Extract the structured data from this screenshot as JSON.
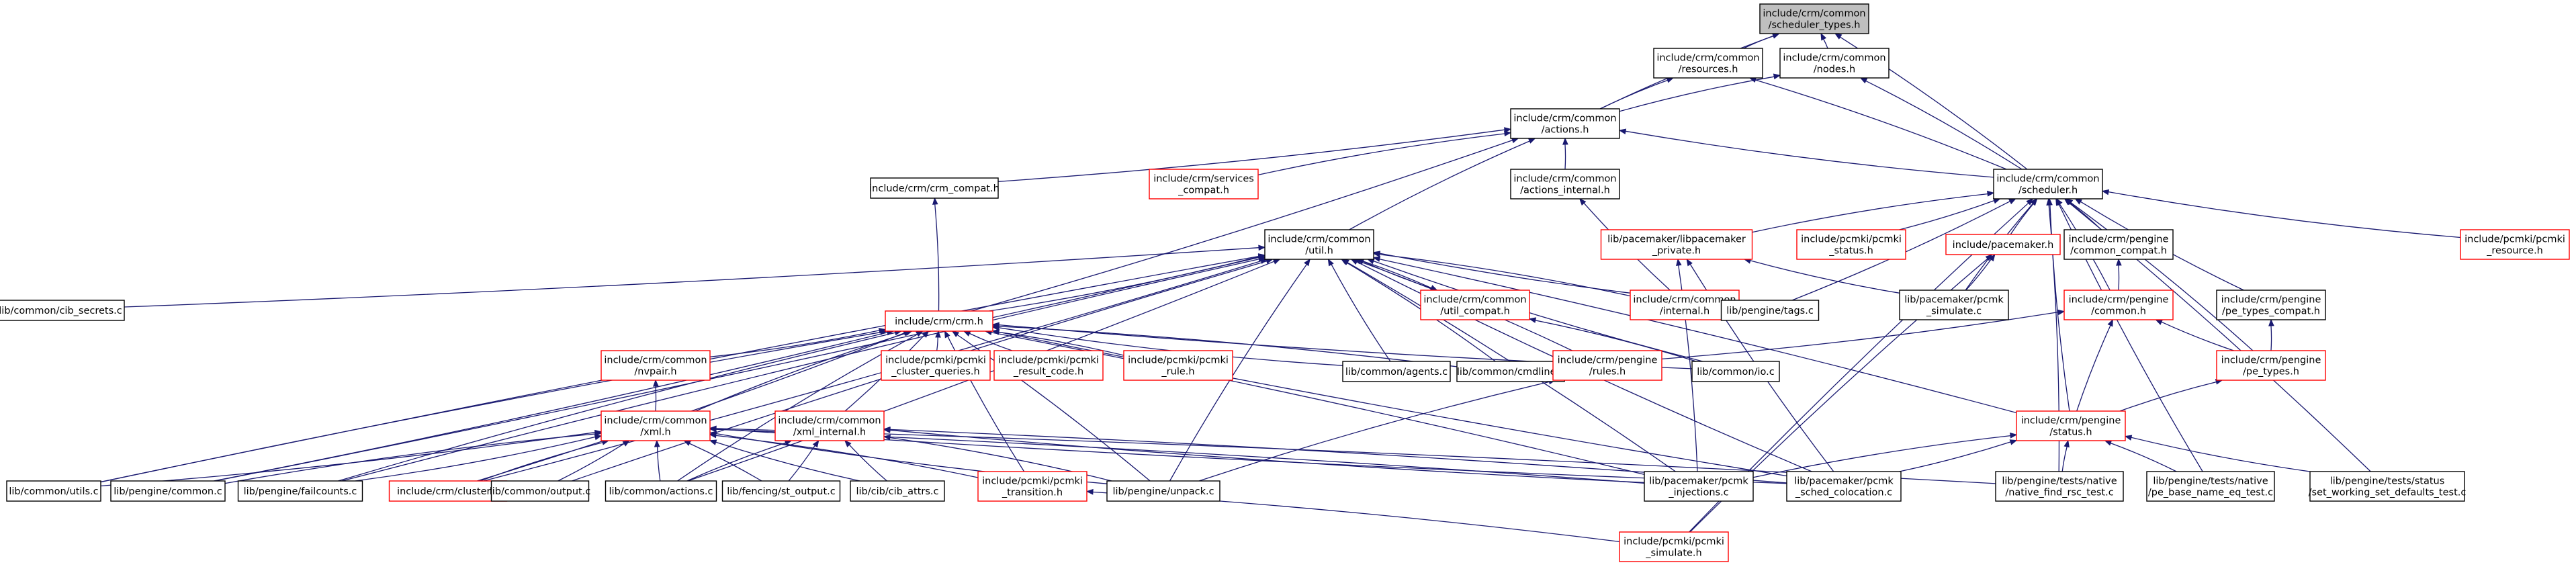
{
  "graph": {
    "colors": {
      "edge": "#191970",
      "root_fill": "#bfbfbf",
      "node_border": "#000000",
      "incomplete_border": "#ff0000"
    },
    "nodes": [
      {
        "id": "scheduler_types",
        "lines": [
          "include/crm/common",
          "/scheduler_types.h"
        ],
        "border": "root"
      },
      {
        "id": "resources",
        "lines": [
          "include/crm/common",
          "/resources.h"
        ],
        "border": "black"
      },
      {
        "id": "nodes_h",
        "lines": [
          "include/crm/common",
          "/nodes.h"
        ],
        "border": "black"
      },
      {
        "id": "actions",
        "lines": [
          "include/crm/common",
          "/actions.h"
        ],
        "border": "black"
      },
      {
        "id": "scheduler",
        "lines": [
          "include/crm/common",
          "/scheduler.h"
        ],
        "border": "black"
      },
      {
        "id": "crm_compat",
        "lines": [
          "include/crm/crm_compat.h"
        ],
        "border": "black"
      },
      {
        "id": "services_compat",
        "lines": [
          "include/crm/services",
          "_compat.h"
        ],
        "border": "red"
      },
      {
        "id": "actions_internal",
        "lines": [
          "include/crm/common",
          "/actions_internal.h"
        ],
        "border": "black"
      },
      {
        "id": "libpacemaker_private",
        "lines": [
          "lib/pacemaker/libpacemaker",
          "_private.h"
        ],
        "border": "red"
      },
      {
        "id": "pcmki_status",
        "lines": [
          "include/pcmki/pcmki",
          "_status.h"
        ],
        "border": "red"
      },
      {
        "id": "pacemaker_h",
        "lines": [
          "include/pacemaker.h"
        ],
        "border": "red"
      },
      {
        "id": "pengine_common_compat",
        "lines": [
          "include/crm/pengine",
          "/common_compat.h"
        ],
        "border": "black"
      },
      {
        "id": "pcmki_resource",
        "lines": [
          "include/pcmki/pcmki",
          "_resource.h"
        ],
        "border": "red"
      },
      {
        "id": "util",
        "lines": [
          "include/crm/common",
          "/util.h"
        ],
        "border": "black"
      },
      {
        "id": "cib_secrets",
        "lines": [
          "lib/common/cib_secrets.c"
        ],
        "border": "black"
      },
      {
        "id": "util_compat",
        "lines": [
          "include/crm/common",
          "/util_compat.h"
        ],
        "border": "red"
      },
      {
        "id": "common_internal",
        "lines": [
          "include/crm/common",
          "/internal.h"
        ],
        "border": "red"
      },
      {
        "id": "tags",
        "lines": [
          "lib/pengine/tags.c"
        ],
        "border": "black"
      },
      {
        "id": "pcmk_simulate_c",
        "lines": [
          "lib/pacemaker/pcmk",
          "_simulate.c"
        ],
        "border": "black"
      },
      {
        "id": "pengine_common",
        "lines": [
          "include/crm/pengine",
          "/common.h"
        ],
        "border": "red"
      },
      {
        "id": "pe_types_compat",
        "lines": [
          "include/crm/pengine",
          "/pe_types_compat.h"
        ],
        "border": "black"
      },
      {
        "id": "crm_h",
        "lines": [
          "include/crm/crm.h"
        ],
        "border": "red"
      },
      {
        "id": "agents",
        "lines": [
          "lib/common/agents.c"
        ],
        "border": "black"
      },
      {
        "id": "cmdline",
        "lines": [
          "lib/common/cmdline.c"
        ],
        "border": "black"
      },
      {
        "id": "io",
        "lines": [
          "lib/common/io.c"
        ],
        "border": "black"
      },
      {
        "id": "pe_types",
        "lines": [
          "include/crm/pengine",
          "/pe_types.h"
        ],
        "border": "red"
      },
      {
        "id": "nvpair",
        "lines": [
          "include/crm/common",
          "/nvpair.h"
        ],
        "border": "red"
      },
      {
        "id": "cluster_queries",
        "lines": [
          "include/pcmki/pcmki",
          "_cluster_queries.h"
        ],
        "border": "red"
      },
      {
        "id": "result_code",
        "lines": [
          "include/pcmki/pcmki",
          "_result_code.h"
        ],
        "border": "red"
      },
      {
        "id": "pcmki_rule",
        "lines": [
          "include/pcmki/pcmki",
          "_rule.h"
        ],
        "border": "red"
      },
      {
        "id": "rules",
        "lines": [
          "include/crm/pengine",
          "/rules.h"
        ],
        "border": "red"
      },
      {
        "id": "xml",
        "lines": [
          "include/crm/common",
          "/xml.h"
        ],
        "border": "red"
      },
      {
        "id": "xml_internal",
        "lines": [
          "include/crm/common",
          "/xml_internal.h"
        ],
        "border": "red"
      },
      {
        "id": "status",
        "lines": [
          "include/crm/pengine",
          "/status.h"
        ],
        "border": "red"
      },
      {
        "id": "utils_c",
        "lines": [
          "lib/common/utils.c"
        ],
        "border": "black"
      },
      {
        "id": "pengine_common_c",
        "lines": [
          "lib/pengine/common.c"
        ],
        "border": "black"
      },
      {
        "id": "failcounts",
        "lines": [
          "lib/pengine/failcounts.c"
        ],
        "border": "black"
      },
      {
        "id": "cluster_h",
        "lines": [
          "include/crm/cluster.h"
        ],
        "border": "red"
      },
      {
        "id": "output_c",
        "lines": [
          "lib/common/output.c"
        ],
        "border": "black"
      },
      {
        "id": "actions_c",
        "lines": [
          "lib/common/actions.c"
        ],
        "border": "black"
      },
      {
        "id": "st_output",
        "lines": [
          "lib/fencing/st_output.c"
        ],
        "border": "black"
      },
      {
        "id": "cib_attrs",
        "lines": [
          "lib/cib/cib_attrs.c"
        ],
        "border": "black"
      },
      {
        "id": "transition",
        "lines": [
          "include/pcmki/pcmki",
          "_transition.h"
        ],
        "border": "red"
      },
      {
        "id": "unpack",
        "lines": [
          "lib/pengine/unpack.c"
        ],
        "border": "black"
      },
      {
        "id": "injections",
        "lines": [
          "lib/pacemaker/pcmk",
          "_injections.c"
        ],
        "border": "black"
      },
      {
        "id": "sched_colocation",
        "lines": [
          "lib/pacemaker/pcmk",
          "_sched_colocation.c"
        ],
        "border": "black"
      },
      {
        "id": "native_find_rsc",
        "lines": [
          "lib/pengine/tests/native",
          "/native_find_rsc_test.c"
        ],
        "border": "black"
      },
      {
        "id": "pe_base_name_eq",
        "lines": [
          "lib/pengine/tests/native",
          "/pe_base_name_eq_test.c"
        ],
        "border": "black"
      },
      {
        "id": "set_working_set",
        "lines": [
          "lib/pengine/tests/status",
          "/set_working_set_defaults_test.c"
        ],
        "border": "black"
      },
      {
        "id": "pcmki_simulate",
        "lines": [
          "include/pcmki/pcmki",
          "_simulate.h"
        ],
        "border": "red"
      }
    ],
    "edges": [
      [
        "resources",
        "scheduler_types"
      ],
      [
        "nodes_h",
        "scheduler_types"
      ],
      [
        "actions",
        "scheduler_types"
      ],
      [
        "scheduler",
        "scheduler_types"
      ],
      [
        "actions",
        "resources"
      ],
      [
        "scheduler",
        "resources"
      ],
      [
        "actions",
        "nodes_h"
      ],
      [
        "scheduler",
        "nodes_h"
      ],
      [
        "scheduler",
        "actions"
      ],
      [
        "crm_compat",
        "actions"
      ],
      [
        "services_compat",
        "actions"
      ],
      [
        "actions_internal",
        "actions"
      ],
      [
        "util",
        "actions"
      ],
      [
        "crm_h",
        "actions"
      ],
      [
        "libpacemaker_private",
        "scheduler"
      ],
      [
        "pcmki_status",
        "scheduler"
      ],
      [
        "pacemaker_h",
        "scheduler"
      ],
      [
        "pengine_common_compat",
        "scheduler"
      ],
      [
        "pcmki_resource",
        "scheduler"
      ],
      [
        "tags",
        "scheduler"
      ],
      [
        "pcmk_simulate_c",
        "scheduler"
      ],
      [
        "pengine_common",
        "scheduler"
      ],
      [
        "pe_types_compat",
        "scheduler"
      ],
      [
        "pe_types",
        "scheduler"
      ],
      [
        "status",
        "scheduler"
      ],
      [
        "native_find_rsc",
        "scheduler"
      ],
      [
        "pe_base_name_eq",
        "scheduler"
      ],
      [
        "set_working_set",
        "scheduler"
      ],
      [
        "pcmki_simulate",
        "scheduler"
      ],
      [
        "crm_h",
        "crm_compat"
      ],
      [
        "common_internal",
        "actions_internal"
      ],
      [
        "cib_secrets",
        "util"
      ],
      [
        "util_compat",
        "util"
      ],
      [
        "common_internal",
        "util"
      ],
      [
        "tags",
        "util"
      ],
      [
        "crm_h",
        "util"
      ],
      [
        "agents",
        "util"
      ],
      [
        "cmdline",
        "util"
      ],
      [
        "io",
        "util"
      ],
      [
        "rules",
        "util"
      ],
      [
        "utils_c",
        "util"
      ],
      [
        "pengine_common_c",
        "util"
      ],
      [
        "failcounts",
        "util"
      ],
      [
        "cluster_h",
        "util"
      ],
      [
        "output_c",
        "util"
      ],
      [
        "actions_c",
        "util"
      ],
      [
        "unpack",
        "util"
      ],
      [
        "injections",
        "util"
      ],
      [
        "sched_colocation",
        "util"
      ],
      [
        "status",
        "util"
      ],
      [
        "util",
        "util_compat"
      ],
      [
        "io",
        "util_compat"
      ],
      [
        "pcmk_simulate_c",
        "libpacemaker_private"
      ],
      [
        "injections",
        "libpacemaker_private"
      ],
      [
        "sched_colocation",
        "libpacemaker_private"
      ],
      [
        "pcmk_simulate_c",
        "pacemaker_h"
      ],
      [
        "pcmki_simulate",
        "pacemaker_h"
      ],
      [
        "pengine_common",
        "pengine_common_compat"
      ],
      [
        "pe_types",
        "pengine_common"
      ],
      [
        "rules",
        "pengine_common"
      ],
      [
        "status",
        "pengine_common"
      ],
      [
        "pe_types",
        "pe_types_compat"
      ],
      [
        "status",
        "pe_types"
      ],
      [
        "nvpair",
        "crm_h"
      ],
      [
        "xml",
        "crm_h"
      ],
      [
        "cluster_queries",
        "crm_h"
      ],
      [
        "result_code",
        "crm_h"
      ],
      [
        "pcmki_rule",
        "crm_h"
      ],
      [
        "agents",
        "crm_h"
      ],
      [
        "cmdline",
        "crm_h"
      ],
      [
        "io",
        "crm_h"
      ],
      [
        "xml_internal",
        "crm_h"
      ],
      [
        "transition",
        "crm_h"
      ],
      [
        "unpack",
        "crm_h"
      ],
      [
        "utils_c",
        "crm_h"
      ],
      [
        "pengine_common_c",
        "crm_h"
      ],
      [
        "failcounts",
        "crm_h"
      ],
      [
        "cluster_h",
        "crm_h"
      ],
      [
        "actions_c",
        "crm_h"
      ],
      [
        "injections",
        "crm_h"
      ],
      [
        "sched_colocation",
        "crm_h"
      ],
      [
        "xml",
        "nvpair"
      ],
      [
        "unpack",
        "rules"
      ],
      [
        "utils_c",
        "xml"
      ],
      [
        "pengine_common_c",
        "xml"
      ],
      [
        "failcounts",
        "xml"
      ],
      [
        "cluster_h",
        "xml"
      ],
      [
        "output_c",
        "xml"
      ],
      [
        "actions_c",
        "xml"
      ],
      [
        "st_output",
        "xml"
      ],
      [
        "cib_attrs",
        "xml"
      ],
      [
        "transition",
        "xml"
      ],
      [
        "unpack",
        "xml"
      ],
      [
        "injections",
        "xml"
      ],
      [
        "sched_colocation",
        "xml"
      ],
      [
        "native_find_rsc",
        "xml"
      ],
      [
        "actions_c",
        "xml_internal"
      ],
      [
        "st_output",
        "xml_internal"
      ],
      [
        "cib_attrs",
        "xml_internal"
      ],
      [
        "unpack",
        "xml_internal"
      ],
      [
        "injections",
        "xml_internal"
      ],
      [
        "sched_colocation",
        "xml_internal"
      ],
      [
        "injections",
        "status"
      ],
      [
        "sched_colocation",
        "status"
      ],
      [
        "native_find_rsc",
        "status"
      ],
      [
        "pe_base_name_eq",
        "status"
      ],
      [
        "set_working_set",
        "status"
      ],
      [
        "pcmki_simulate",
        "transition"
      ]
    ]
  }
}
